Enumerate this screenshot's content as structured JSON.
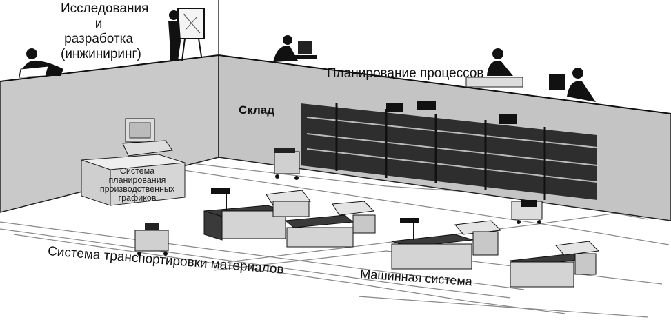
{
  "labels": {
    "rd": [
      "Исследования",
      "и",
      "разработка",
      "(инжиниринг)"
    ],
    "planning": "Планирование процессов",
    "warehouse": "Склад",
    "scheduling": [
      "Система",
      "планирования",
      "производственных",
      "графиков"
    ],
    "transport": "Система транспортировки материалов",
    "machine": "Машинная система"
  },
  "colors": {
    "wall": "#c9c9c9",
    "wall_dark": "#b8b8b8",
    "machine_dark": "#3a3a3a",
    "machine_light": "#d4d4d4",
    "line": "#1a1a1a"
  }
}
